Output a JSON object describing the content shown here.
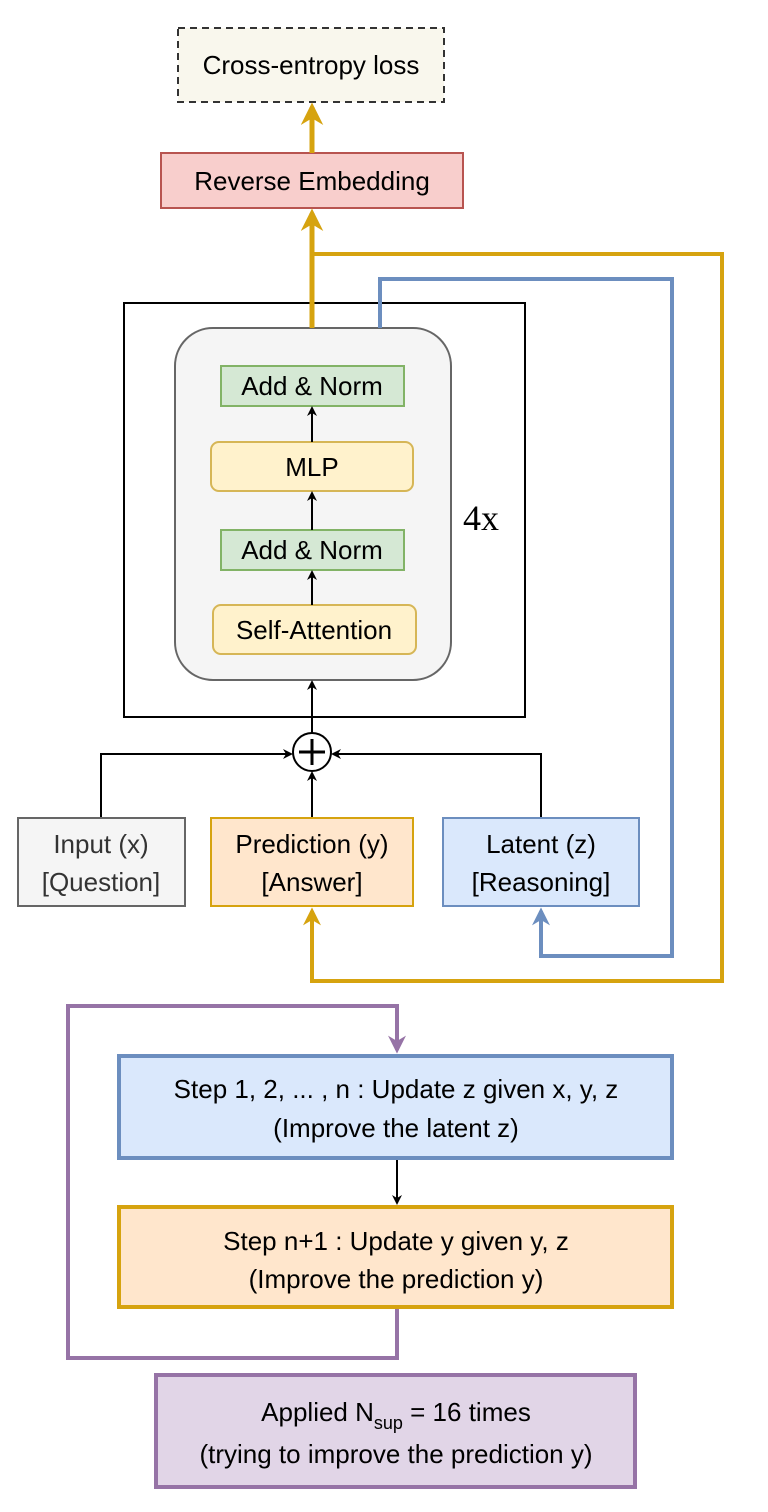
{
  "nodes": {
    "loss": "Cross-entropy loss",
    "reverse_embedding": "Reverse Embedding",
    "add_norm_top": "Add & Norm",
    "mlp": "MLP",
    "add_norm_bottom": "Add & Norm",
    "self_attention": "Self-Attention",
    "repeat": "4x",
    "sum_symbol": "+",
    "input_line1": "Input (x)",
    "input_line2": "[Question]",
    "prediction_line1": "Prediction (y)",
    "prediction_line2": "[Answer]",
    "latent_line1": "Latent (z)",
    "latent_line2": "[Reasoning]"
  },
  "steps": {
    "step1_line1": "Step 1, 2, ... , n : Update z given x, y, z",
    "step1_line2": "(Improve the latent z)",
    "step2_line1": "Step n+1 : Update y given y, z",
    "step2_line2": "(Improve the prediction y)",
    "applied_prefix": "Applied N",
    "applied_subscript": "sup",
    "applied_suffix": " = 16 times",
    "applied_line2": "(trying to improve the prediction y)"
  },
  "colors": {
    "gold": "#d6a30f",
    "blue": "#6c8ebf",
    "purple": "#9673a6",
    "green_fill": "#d5e8d4",
    "green_stroke": "#82b366",
    "yellow_fill": "#fff2cc",
    "yellow_stroke": "#d6b656",
    "red_fill": "#f8cecc",
    "red_stroke": "#b85450",
    "orange_fill": "#ffe6cc",
    "blue_fill": "#dae8fc",
    "purple_fill": "#e1d5e7",
    "gray_fill": "#f5f5f5",
    "gray_stroke": "#666666",
    "loss_fill": "#f9f7ed"
  }
}
